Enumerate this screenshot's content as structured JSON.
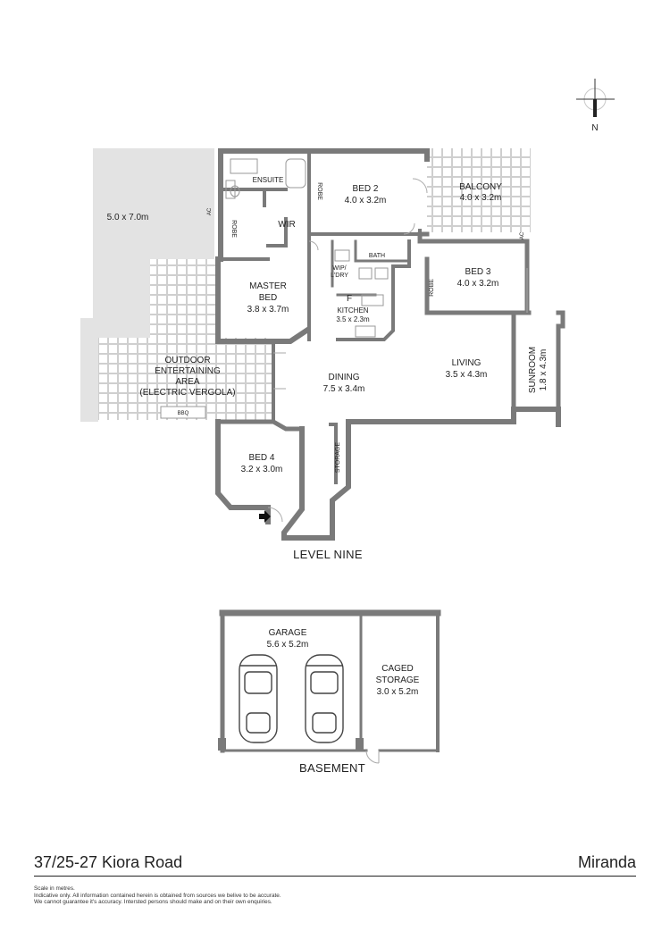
{
  "compass": {
    "label": "N",
    "icon": "north-arrow-icon"
  },
  "rooms": {
    "courtyard": {
      "dims": "5.0 x 7.0m"
    },
    "ensuite": {
      "name": "ENSUITE"
    },
    "wir": {
      "name": "WIR"
    },
    "robe_master": {
      "name": "ROBE"
    },
    "robe_bed2": {
      "name": "ROBE"
    },
    "robe_bed3": {
      "name": "ROBE"
    },
    "bed2": {
      "name": "BED 2",
      "dims": "4.0 x 3.2m"
    },
    "balcony": {
      "name": "BALCONY",
      "dims": "4.0 x 3.2m"
    },
    "master": {
      "name1": "MASTER",
      "name2": "BED",
      "dims": "3.8 x 3.7m"
    },
    "wip": {
      "name1": "WIP/",
      "name2": "L'DRY"
    },
    "bath": {
      "name": "BATH"
    },
    "fridge": {
      "name": "F"
    },
    "kitchen": {
      "name": "KITCHEN",
      "dims": "3.5 x 2.3m"
    },
    "bed3": {
      "name": "BED 3",
      "dims": "4.0 x 3.2m"
    },
    "outdoor": {
      "line1": "OUTDOOR",
      "line2": "ENTERTAINING",
      "line3": "AREA",
      "line4": "(ELECTRIC VERGOLA)"
    },
    "bbq": {
      "name": "BBQ"
    },
    "dining": {
      "name": "DINING",
      "dims": "7.5 x 3.4m"
    },
    "living": {
      "name": "LIVING",
      "dims": "3.5 x 4.3m"
    },
    "sunroom": {
      "name": "SUNROOM",
      "dims": "1.8 x 4.3m"
    },
    "bed4": {
      "name": "BED 4",
      "dims": "3.2 x 3.0m"
    },
    "storage": {
      "name": "STORAGE"
    },
    "ac1": {
      "name": "AC"
    },
    "ac2": {
      "name": "AC"
    }
  },
  "levels": {
    "upper": "LEVEL NINE",
    "lower": "BASEMENT"
  },
  "basement": {
    "garage": {
      "name": "GARAGE",
      "dims": "5.6 x 5.2m"
    },
    "caged": {
      "line1": "CAGED",
      "line2": "STORAGE",
      "dims": "3.0 x 5.2m"
    }
  },
  "footer": {
    "address": "37/25-27 Kiora Road",
    "suburb": "Miranda",
    "note1": "Scale in metres.",
    "note2": "Indicative only. All information contained herein is obtained from sources we belive to be accurate.",
    "note3": "We cannot guarantee it's accuracy. Intersted persons should make and on their own enquiries."
  }
}
